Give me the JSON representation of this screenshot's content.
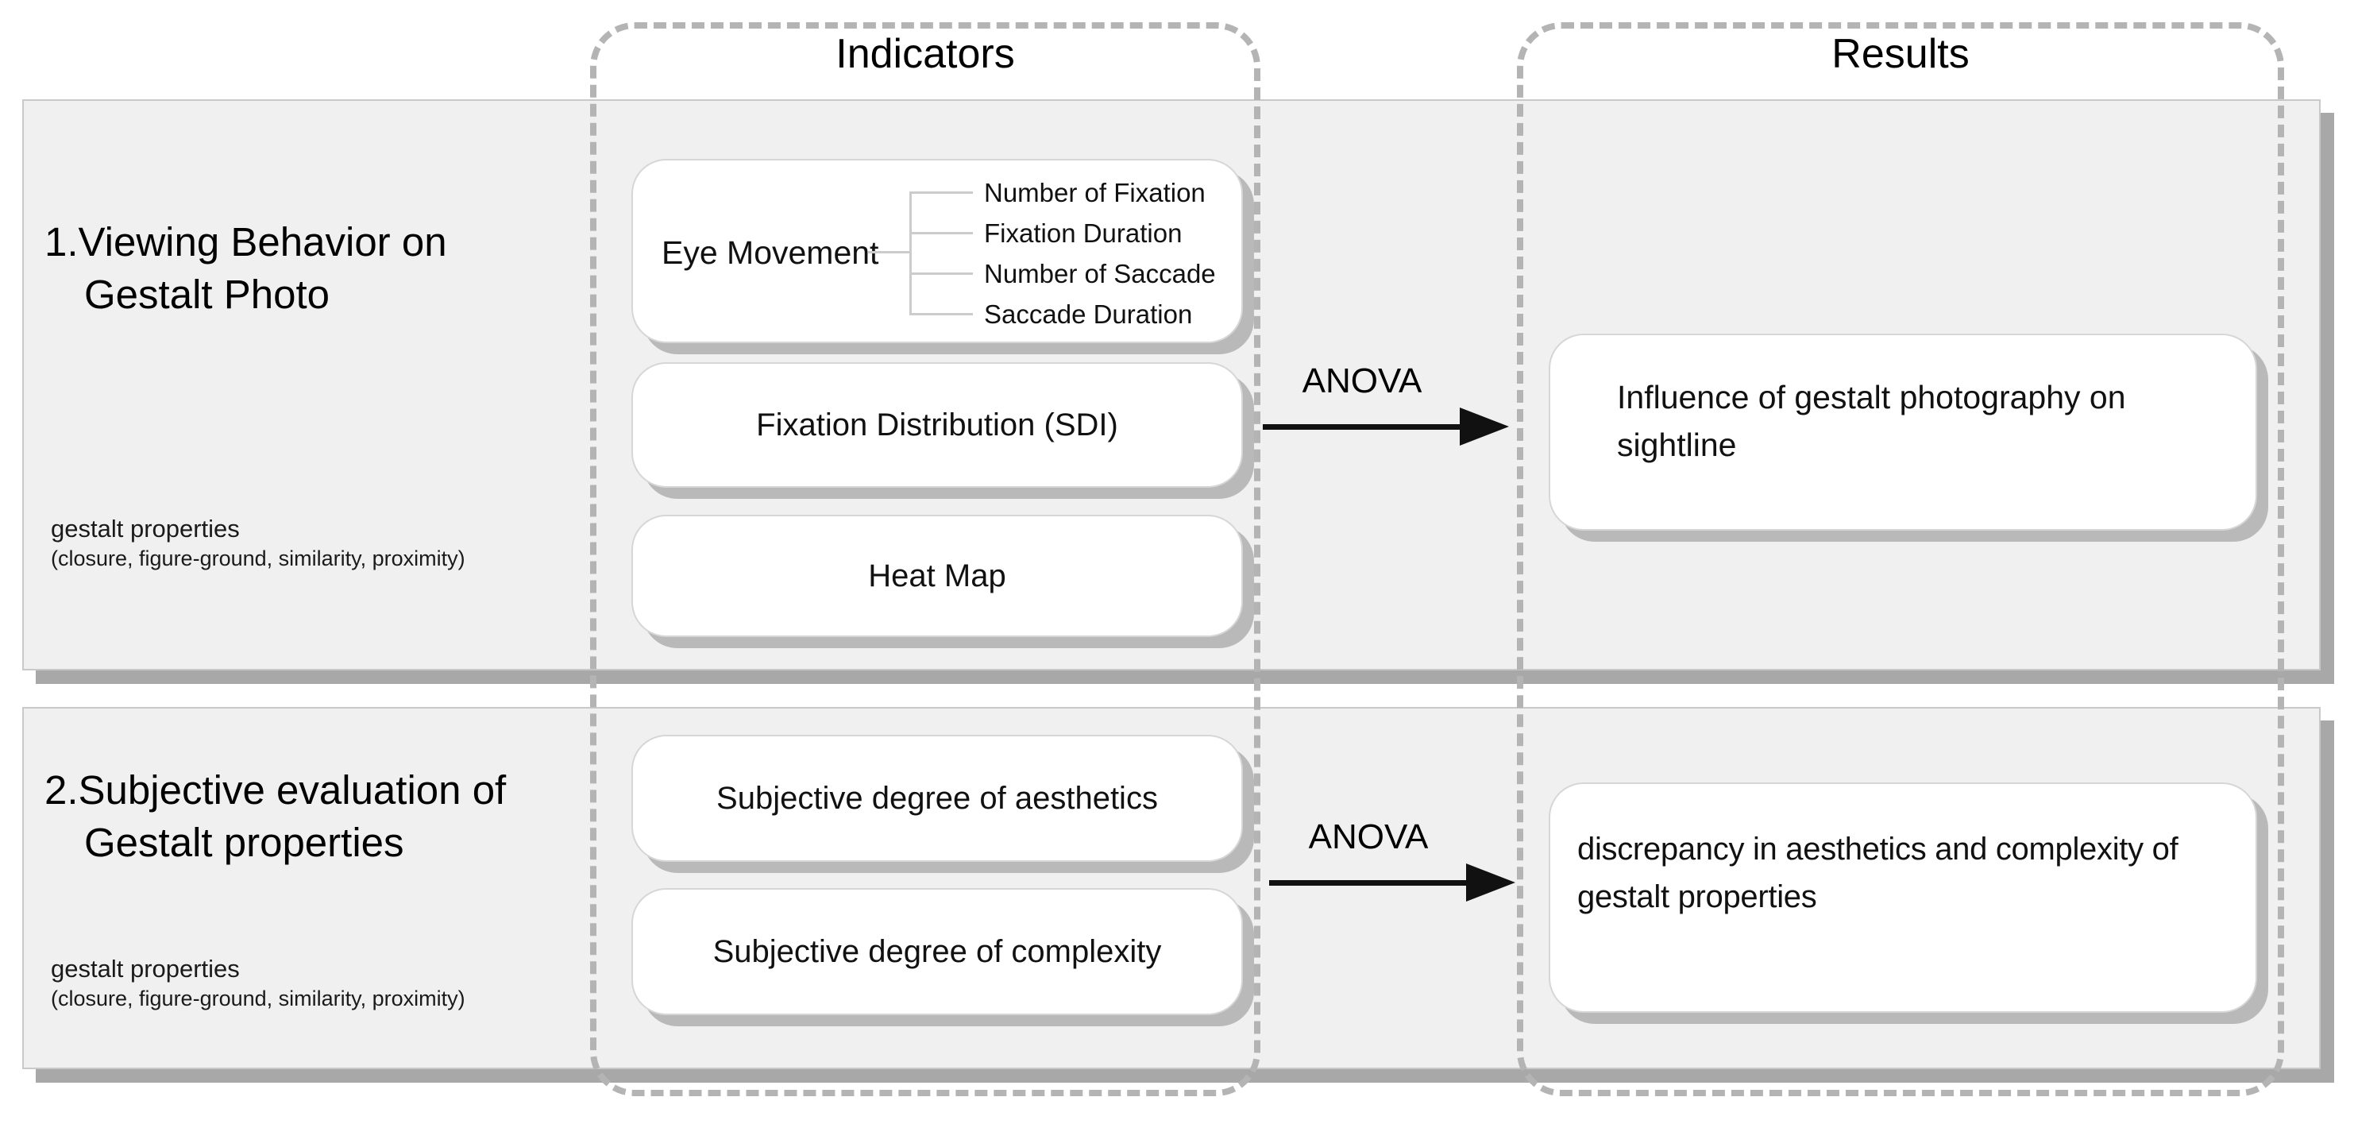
{
  "colors": {
    "panel_bg": "#f0f0f0",
    "panel_border": "#c9c9c9",
    "panel_shadow": "#a8a8a8",
    "dashed_border": "#b4b4b4",
    "box_bg": "#ffffff",
    "box_border": "#d6d6d6",
    "box_shadow": "#b9b9b9",
    "connector_line": "#cccccc",
    "arrow": "#111111",
    "text": "#000000"
  },
  "columns": {
    "indicators_label": "Indicators",
    "results_label": "Results"
  },
  "rows": [
    {
      "title_line1": "1.Viewing Behavior on",
      "title_line2": "Gestalt Photo",
      "note_title": "gestalt properties",
      "note_detail": "(closure, figure-ground, similarity, proximity)",
      "anova_label": "ANOVA",
      "indicators": {
        "eye_movement": {
          "label": "Eye Movement",
          "items": [
            "Number of Fixation",
            "Fixation Duration",
            "Number of Saccade",
            "Saccade Duration"
          ]
        },
        "boxes": [
          "Fixation Distribution (SDI)",
          "Heat Map"
        ]
      },
      "result": "Influence of gestalt photography on sightline"
    },
    {
      "title_line1": "2.Subjective evaluation of",
      "title_line2": "Gestalt properties",
      "note_title": "gestalt properties",
      "note_detail": "(closure, figure-ground, similarity, proximity)",
      "anova_label": "ANOVA",
      "indicators": {
        "boxes": [
          "Subjective degree of aesthetics",
          "Subjective degree of complexity"
        ]
      },
      "result": "discrepancy in aesthetics and complexity of gestalt properties"
    }
  ]
}
